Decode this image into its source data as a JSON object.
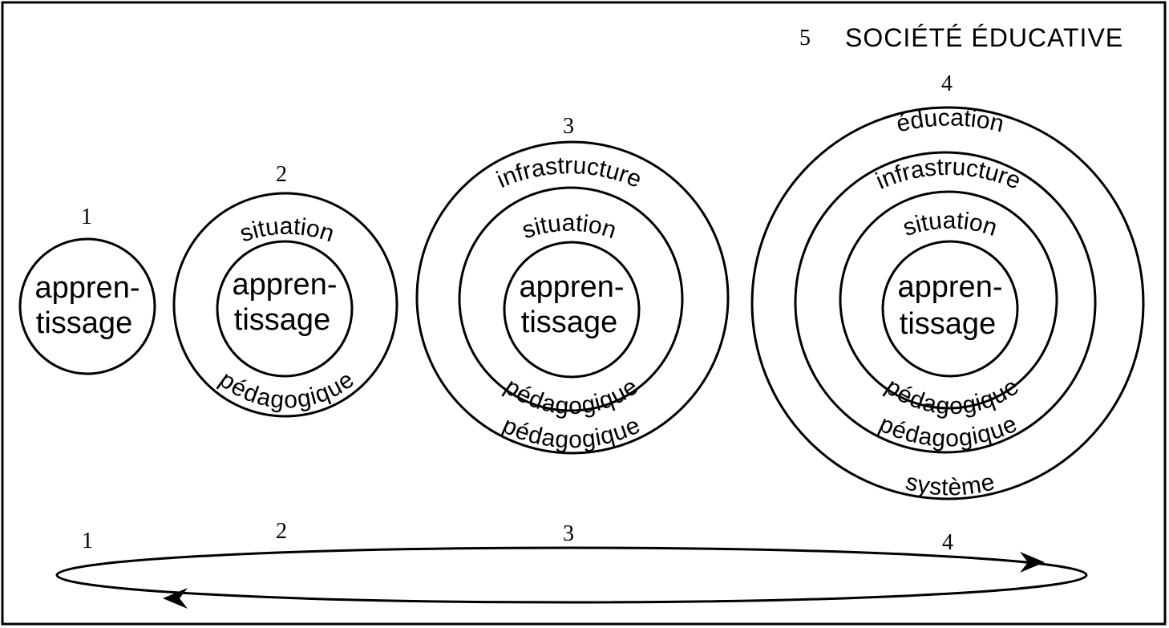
{
  "title_number": "5",
  "title": "SOCIÉTÉ ÉDUCATIVE",
  "core_line1": "appren-",
  "core_line2": "tissage",
  "diagrams": [
    {
      "number": "1",
      "labels": []
    },
    {
      "number": "2",
      "labels": [
        "situation",
        "pédagogique"
      ]
    },
    {
      "number": "3",
      "labels": [
        "infrastructure",
        "situation",
        "pédagogique",
        "pédagogique"
      ]
    },
    {
      "number": "4",
      "labels": [
        "éducation",
        "infrastructure",
        "situation",
        "pédagogique",
        "pédagogique",
        "système"
      ]
    }
  ],
  "cycle_numbers": [
    "1",
    "2",
    "3",
    "4"
  ]
}
